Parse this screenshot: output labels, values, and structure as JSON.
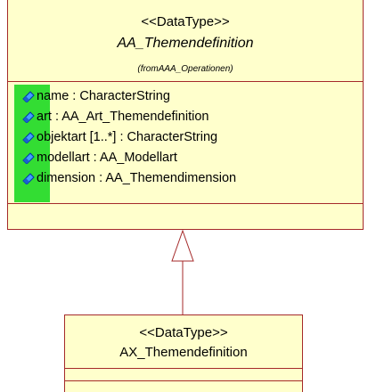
{
  "top_class": {
    "stereotype": "<<DataType>>",
    "name": "AA_Themendefinition",
    "from": "(fromAAA_Operationen)",
    "attributes": [
      "name : CharacterString",
      "art : AA_Art_Themendefinition",
      "objektart [1..*] : CharacterString",
      "modellart : AA_Modellart",
      "dimension : AA_Themendimension"
    ],
    "attribute_icon": "attribute-diamond-icon",
    "fill_color": "#ffffcc",
    "border_color": "#a52a2a",
    "highlight_color": "#33dd33"
  },
  "bottom_class": {
    "stereotype": "<<DataType>>",
    "name": "AX_Themendefinition"
  },
  "relationship": {
    "type": "generalization",
    "from": "AX_Themendefinition",
    "to": "AA_Themendefinition"
  }
}
